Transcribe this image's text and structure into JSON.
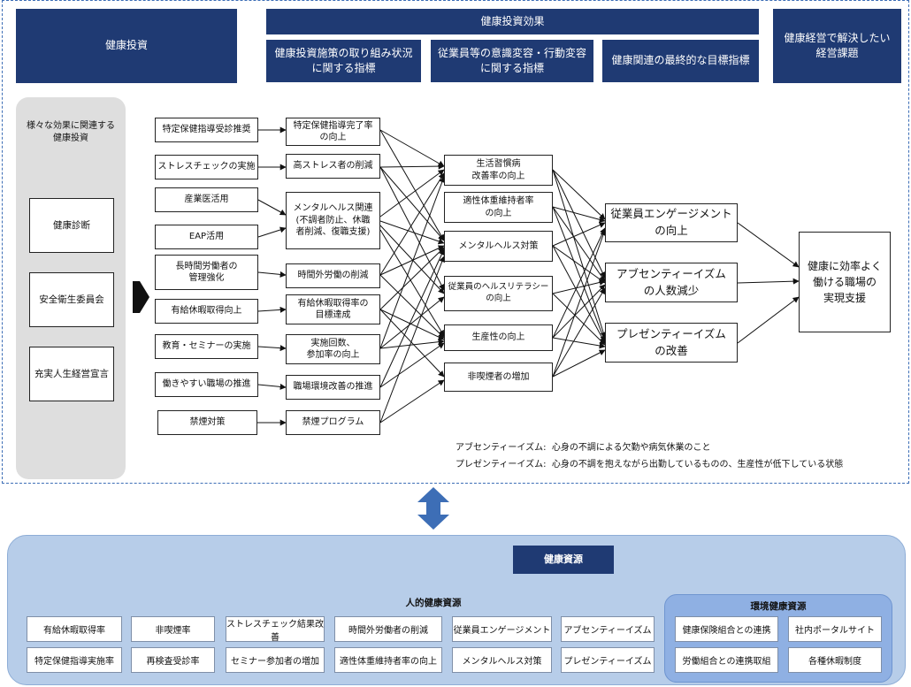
{
  "header": {
    "investment": "健康投資",
    "effect": "健康投資効果",
    "effect_sub": [
      "健康投資施策の取り組み状況\nに関する指標",
      "従業員等の意識変容・行動変容\nに関する指標",
      "健康関連の最終的な目標指標"
    ],
    "issue": "健康経営で解決したい\n経営課題"
  },
  "left_panel": {
    "title": "様々な効果に関連する\n健康投資",
    "items": [
      "健康診断",
      "安全衛生委員会",
      "充実人生経営宣言"
    ]
  },
  "col1": [
    "特定保健指導受診推奨",
    "ストレスチェックの実施",
    "産業医活用",
    "EAP活用",
    "長時間労働者の\n管理強化",
    "有給休暇取得向上",
    "教育・セミナーの実施",
    "働きやすい職場の推進",
    "禁煙対策"
  ],
  "col2": [
    "特定保健指導完了率\nの向上",
    "高ストレス者の削減",
    "メンタルヘルス関連\n(不調者防止、休職\n者削減、復職支援)",
    "時間外労働の削減",
    "有給休暇取得率の\n目標達成",
    "実施回数、\n参加率の向上",
    "職場環境改善の推進",
    "禁煙プログラム"
  ],
  "col3": [
    "生活習慣病\n改善率の向上",
    "適性体重維持者率\nの向上",
    "メンタルヘルス対策",
    "従業員のヘルスリテラシー\nの向上",
    "生産性の向上",
    "非喫煙者の増加"
  ],
  "col4": [
    "従業員エンゲージメント\nの向上",
    "アブセンティーイズム\nの人数減少",
    "プレゼンティーイズム\nの改善"
  ],
  "goal": "健康に効率よく\n働ける職場の\n実現支援",
  "notes": [
    "アブセンティーイズム:  心身の不調による欠勤や病気休業のこと",
    "プレゼンティーイズム:  心身の不調を抱えながら出勤しているものの、生産性が低下している状態"
  ],
  "resources": {
    "title": "健康資源",
    "human_title": "人的健康資源",
    "human": [
      [
        "有給休暇取得率",
        "非喫煙率",
        "ストレスチェック結果改善",
        "時間外労働者の削減",
        "従業員エンゲージメント",
        "アブセンティーイズム"
      ],
      [
        "特定保健指導実施率",
        "再検査受診率",
        "セミナー参加者の増加",
        "適性体重維持者率の向上",
        "メンタルヘルス対策",
        "プレゼンティーイズム"
      ]
    ],
    "env_title": "環境健康資源",
    "env": [
      [
        "健康保険組合との連携",
        "社内ポータルサイト"
      ],
      [
        "労働組合との連携取組",
        "各種休暇制度"
      ]
    ]
  },
  "colors": {
    "header": "#1f3a73",
    "arrow": "#3d6eb6",
    "panel": "#b7cde9",
    "env_panel": "#8fb0e3",
    "gray": "#dedede"
  }
}
